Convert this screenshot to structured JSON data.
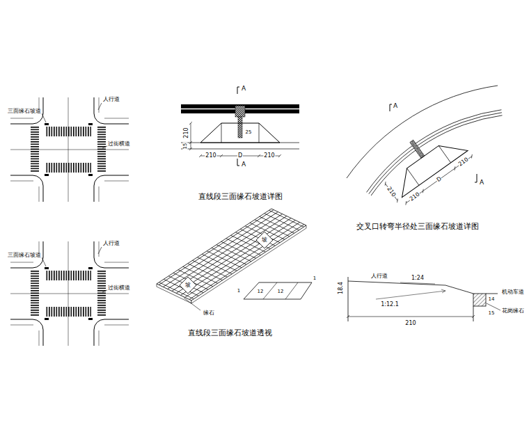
{
  "diagram": {
    "nodes": [
      {
        "text": [
          "坡"
        ]
      },
      {
        "text": [
          "坡"
        ]
      }
    ],
    "labels": [
      "人行道",
      "三面缘石坡道",
      "过街横道",
      "人行道",
      "三面缘石坡道",
      "过街横道",
      "A",
      "A",
      "210",
      "15",
      "210",
      "D",
      "210",
      "25",
      "直线段三面缘石坡道详图",
      "A",
      "A",
      "210",
      "D",
      "210",
      "210",
      "交叉口转弯半径处三面缘石坡道详图",
      "缘石",
      "1",
      "12",
      "12",
      "1",
      "直线段三面缘石坡道透视",
      "18.4",
      "人行道",
      "1:24",
      "1:12.1",
      "机动车道",
      "14",
      "15",
      "210",
      "花岗缘石"
    ]
  }
}
